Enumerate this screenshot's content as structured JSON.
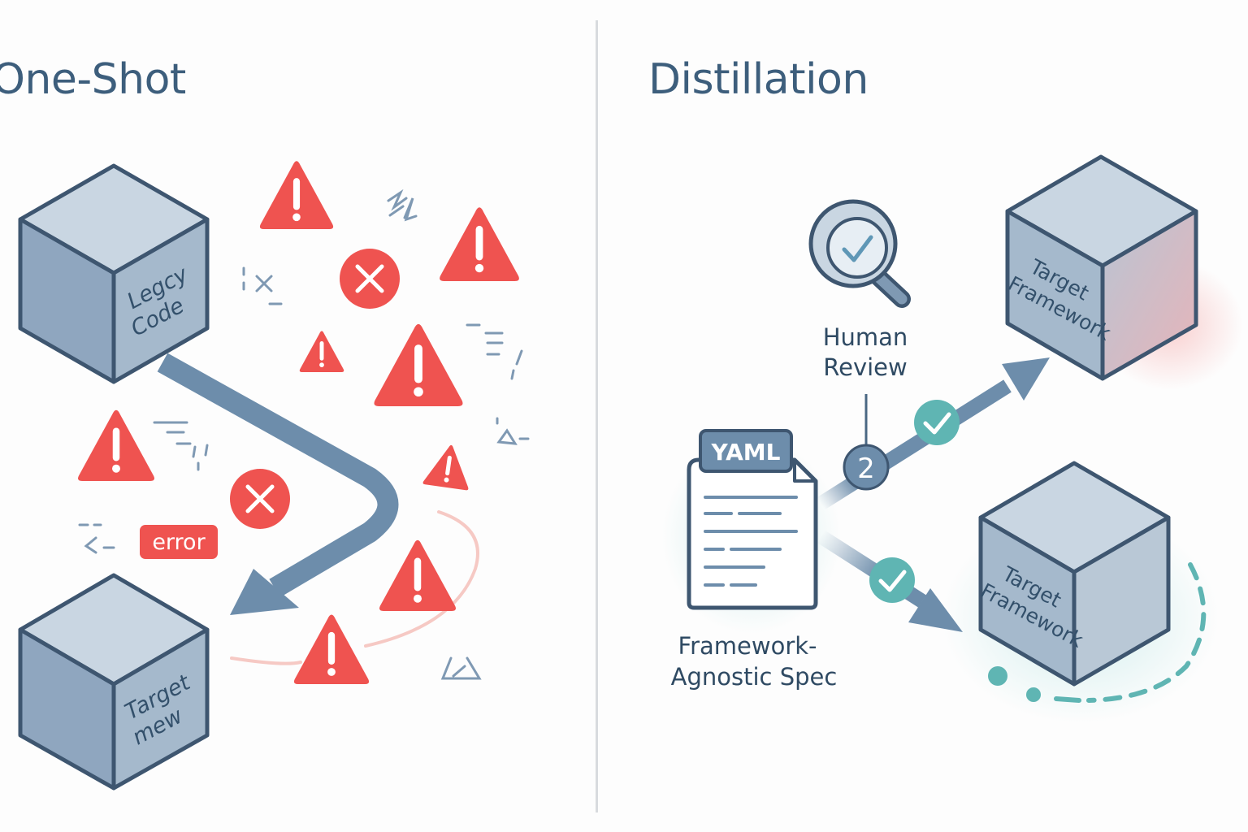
{
  "left_panel": {
    "title": "One-Shot",
    "source_cube_label": [
      "Legcy",
      "Code"
    ],
    "target_cube_label": [
      "Target",
      "mew"
    ],
    "error_tag": "error"
  },
  "right_panel": {
    "title": "Distillation",
    "review_label": [
      "Human",
      "Review"
    ],
    "step_number": "2",
    "spec_badge": "YAML",
    "spec_label": [
      "Framework-",
      "Agnostic Spec"
    ],
    "target_cube_top_label": [
      "Target",
      "Framework"
    ],
    "target_cube_bottom_label": [
      "Target",
      "Framework"
    ]
  },
  "colors": {
    "title": "#3d5e7c",
    "cube_top": "#c9d6e2",
    "cube_left": "#8fa6bf",
    "cube_right": "#a5b9cc",
    "cube_stroke": "#3e5670",
    "arrow": "#6d8dab",
    "warning": "#ef5350",
    "check": "#5fb5b3",
    "divider": "#d8dbde"
  },
  "icons": [
    "warning-icon",
    "error-x-icon",
    "magnifier-check-icon",
    "check-icon",
    "document-icon"
  ]
}
